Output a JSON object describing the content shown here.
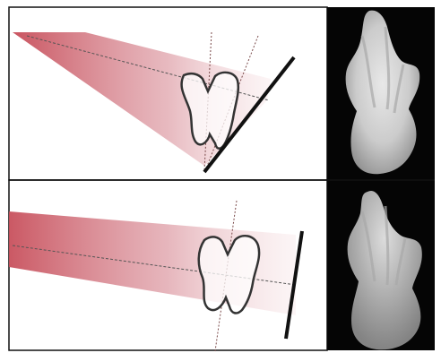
{
  "figure": {
    "panels": [
      {
        "technique": "bisecting-angle",
        "beam_color": "#c8505c",
        "xray_image": "maxillary-molar-radiograph"
      },
      {
        "technique": "paralleling",
        "beam_color": "#c8505c",
        "xray_image": "maxillary-molar-radiograph"
      }
    ],
    "colors": {
      "background": "#ffffff",
      "frame": "#111111",
      "radiograph_background": "#050505",
      "tooth_outline": "#333333",
      "film": "#111111",
      "guide_lines": "#555555"
    }
  }
}
